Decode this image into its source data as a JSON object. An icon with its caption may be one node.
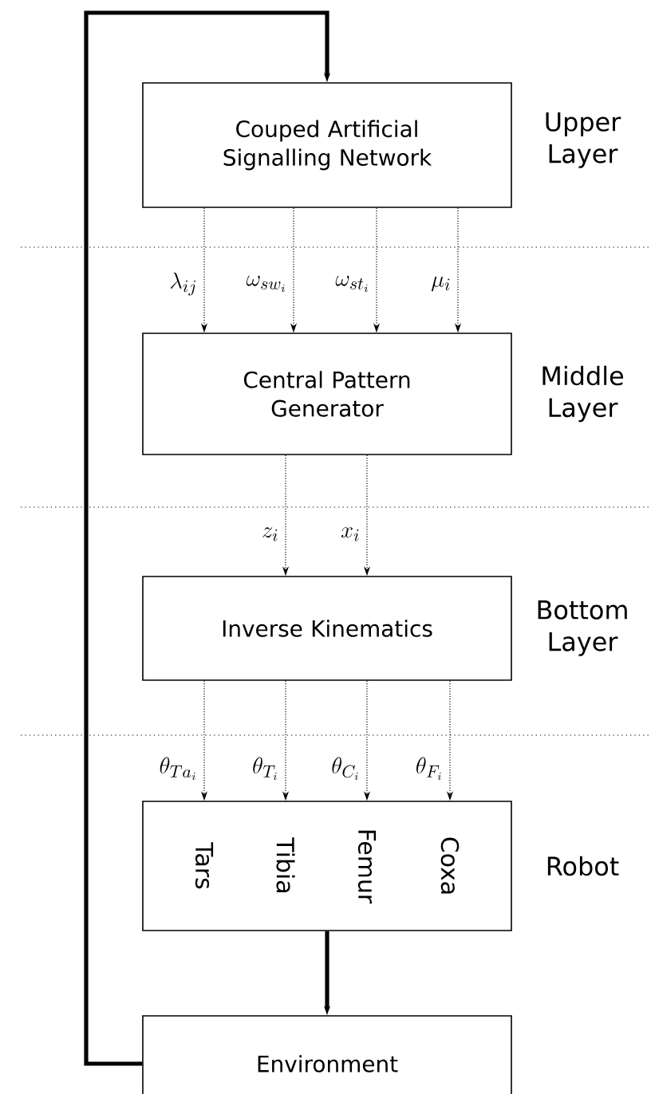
{
  "diagram": {
    "nodes": [
      {
        "text": [
          "Couped Artificial Signalling Network"
        ],
        "beside": [
          "Upper Layer"
        ]
      },
      {
        "text": [
          "Central Pattern Generator"
        ],
        "beside": [
          "Middle Layer"
        ]
      },
      {
        "text": [
          "Inverse Kinematics"
        ],
        "beside": [
          "Bottom Layer"
        ]
      },
      {
        "text": [
          "Tars",
          "Tibia",
          "Femur",
          "Coxa"
        ],
        "beside": [
          "Robot"
        ]
      },
      {
        "text": [
          "Environment"
        ]
      }
    ],
    "edges": [
      {
        "from": 0,
        "to": 1,
        "arrow": "to",
        "label": "\\lambda_{ij}",
        "style": "dashed"
      },
      {
        "from": 0,
        "to": 1,
        "arrow": "to",
        "label": "\\omega_{sw_i}",
        "style": "dashed"
      },
      {
        "from": 0,
        "to": 1,
        "arrow": "to",
        "label": "\\omega_{st_i}",
        "style": "dashed"
      },
      {
        "from": 0,
        "to": 1,
        "arrow": "to",
        "label": "\\mu_i",
        "style": "dashed"
      },
      {
        "from": 1,
        "to": 2,
        "arrow": "to",
        "label": "z_i",
        "style": "dashed"
      },
      {
        "from": 1,
        "to": 2,
        "arrow": "to",
        "label": "x_i",
        "style": "dashed"
      },
      {
        "from": 2,
        "to": 3,
        "arrow": "to",
        "label": "\\theta_{Ta_i}",
        "style": "dashed"
      },
      {
        "from": 2,
        "to": 3,
        "arrow": "to",
        "label": "\\theta_{T_i}",
        "style": "dashed"
      },
      {
        "from": 2,
        "to": 3,
        "arrow": "to",
        "label": "\\theta_{C_i}",
        "style": "dashed"
      },
      {
        "from": 2,
        "to": 3,
        "arrow": "to",
        "label": "\\theta_{F_i}",
        "style": "dashed"
      },
      {
        "from": 3,
        "to": 4,
        "arrow": "to",
        "style": "thick"
      },
      {
        "from": 4,
        "to": 0,
        "arrow": "to",
        "style": "thick"
      }
    ]
  }
}
